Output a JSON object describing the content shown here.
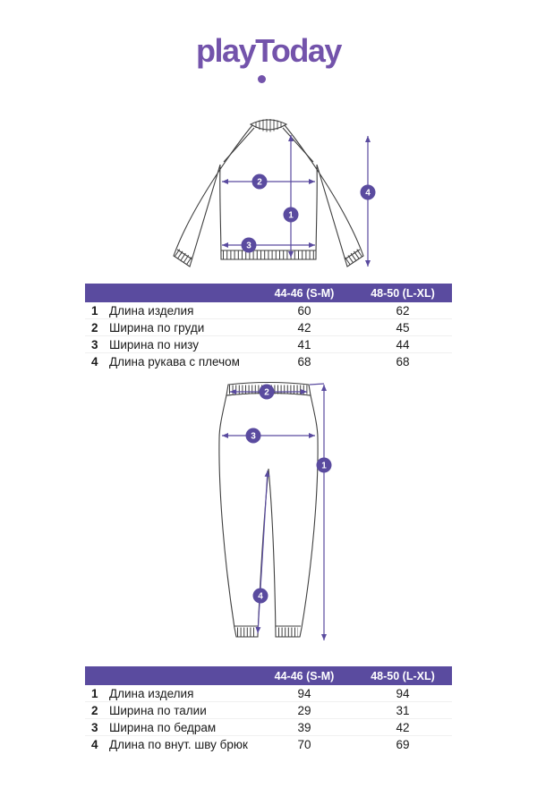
{
  "brand": {
    "logo_text": "playToday"
  },
  "colors": {
    "brand_purple": "#7353ab",
    "table_header_purple": "#5a4b9f",
    "annotation_purple": "#5a4b9f",
    "drawing_line_gray": "#3f3f3f"
  },
  "markers": {
    "m1": "1",
    "m2": "2",
    "m3": "3",
    "m4": "4"
  },
  "size_tables": [
    {
      "garment": "long-sleeve-top",
      "columns": [
        "44-46 (S-M)",
        "48-50 (L-XL)"
      ],
      "rows": [
        {
          "num": "1",
          "label": "Длина изделия",
          "values": [
            "60",
            "62"
          ]
        },
        {
          "num": "2",
          "label": "Ширина по груди",
          "values": [
            "42",
            "45"
          ]
        },
        {
          "num": "3",
          "label": "Ширина по низу",
          "values": [
            "41",
            "44"
          ]
        },
        {
          "num": "4",
          "label": "Длина рукава с плечом",
          "values": [
            "68",
            "68"
          ]
        }
      ]
    },
    {
      "garment": "leggings",
      "columns": [
        "44-46 (S-M)",
        "48-50 (L-XL)"
      ],
      "rows": [
        {
          "num": "1",
          "label": "Длина изделия",
          "values": [
            "94",
            "94"
          ]
        },
        {
          "num": "2",
          "label": "Ширина по талии",
          "values": [
            "29",
            "31"
          ]
        },
        {
          "num": "3",
          "label": "Ширина по бедрам",
          "values": [
            "39",
            "42"
          ]
        },
        {
          "num": "4",
          "label": "Длина по внут. шву брюк",
          "values": [
            "70",
            "69"
          ]
        }
      ]
    }
  ]
}
